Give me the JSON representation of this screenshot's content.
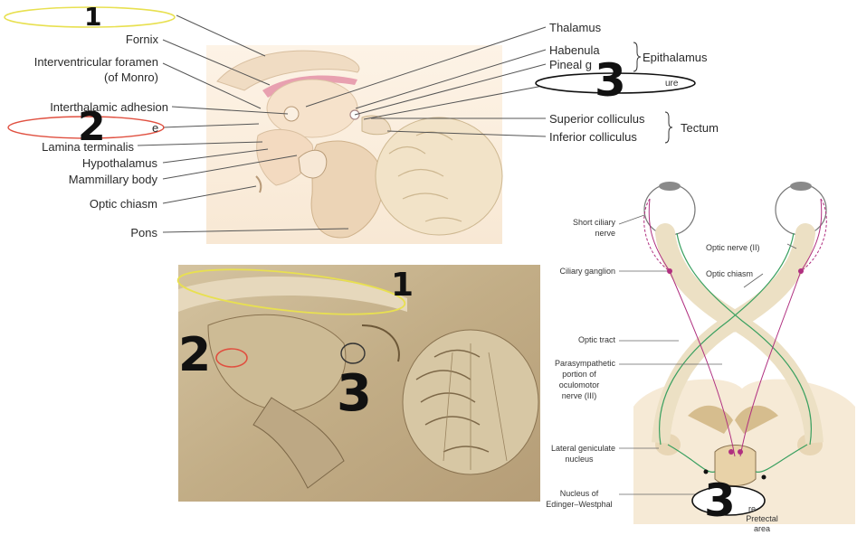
{
  "top_panel": {
    "labels_left": {
      "fornix": "Fornix",
      "ivf_1": "Interventricular foramen",
      "ivf_2": "(of Monro)",
      "interthalamic": "Interthalamic adhesion",
      "partial_2": "e",
      "lamina": "Lamina terminalis",
      "hypothalamus": "Hypothalamus",
      "mammillary": "Mammillary body",
      "chiasm": "Optic chiasm",
      "pons": "Pons"
    },
    "labels_right": {
      "thalamus": "Thalamus",
      "habenula": "Habenula",
      "pineal": "Pineal g",
      "partial_3": "ure",
      "epithalamus": "Epithalamus",
      "sup_colliculus": "Superior colliculus",
      "inf_colliculus": "Inferior colliculus",
      "tectum": "Tectum"
    }
  },
  "right_panel": {
    "labels": {
      "short_ciliary_1": "Short ciliary",
      "short_ciliary_2": "nerve",
      "ciliary_ganglion": "Ciliary ganglion",
      "optic_nerve": "Optic nerve (II)",
      "optic_chiasm": "Optic chiasm",
      "optic_tract": "Optic tract",
      "para_1": "Parasympathetic",
      "para_2": "portion of",
      "para_3": "oculomotor",
      "para_4": "nerve (III)",
      "lgn_1": "Lateral geniculate",
      "lgn_2": "nucleus",
      "ew_1": "Nucleus of",
      "ew_2": "Edinger–Westphal",
      "partial_re": "re",
      "pretectal_1": "Pretectal",
      "pretectal_2": "area"
    }
  },
  "annotations": {
    "n1": "1",
    "n2": "2",
    "n3": "3"
  },
  "colors": {
    "highlight_yellow": "#e8e050",
    "highlight_red": "#e05040",
    "pen_black": "#111111",
    "tract_green": "#3aa060",
    "nerve_magenta": "#b03080"
  }
}
